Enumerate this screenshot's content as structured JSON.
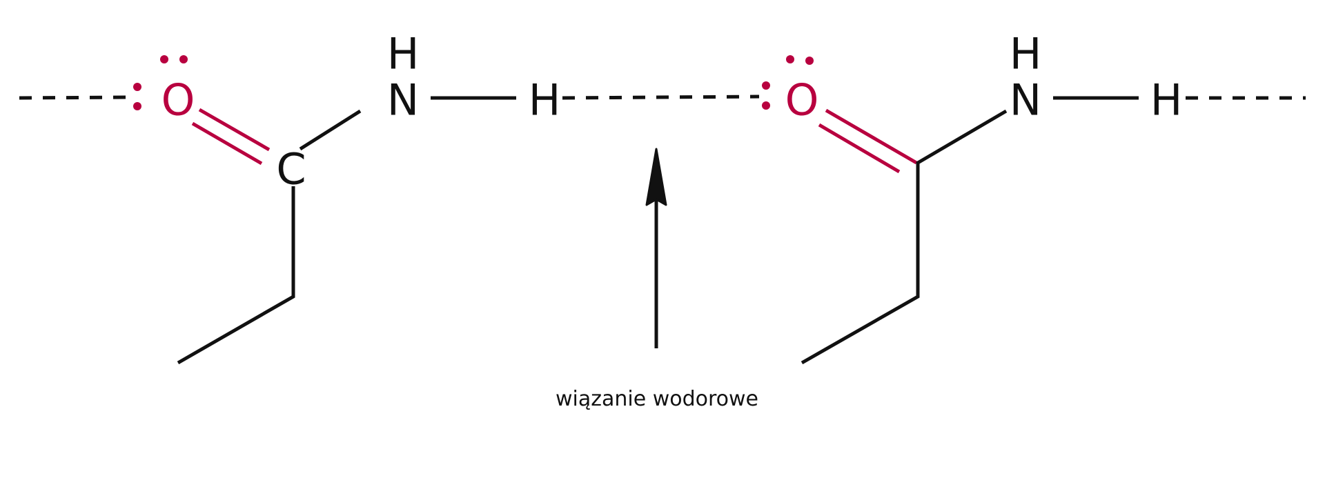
{
  "colors": {
    "oxygen": "#b8003f",
    "default": "#111111"
  },
  "atoms": {
    "o1": "O",
    "c1": "C",
    "n1": "N",
    "h1_top": "H",
    "h1": "H",
    "o2": "O",
    "n2": "N",
    "h2_top": "H",
    "h2": "H"
  },
  "label": "wiązanie wodorowe",
  "icons": {
    "arrow": "arrow-up-icon"
  }
}
